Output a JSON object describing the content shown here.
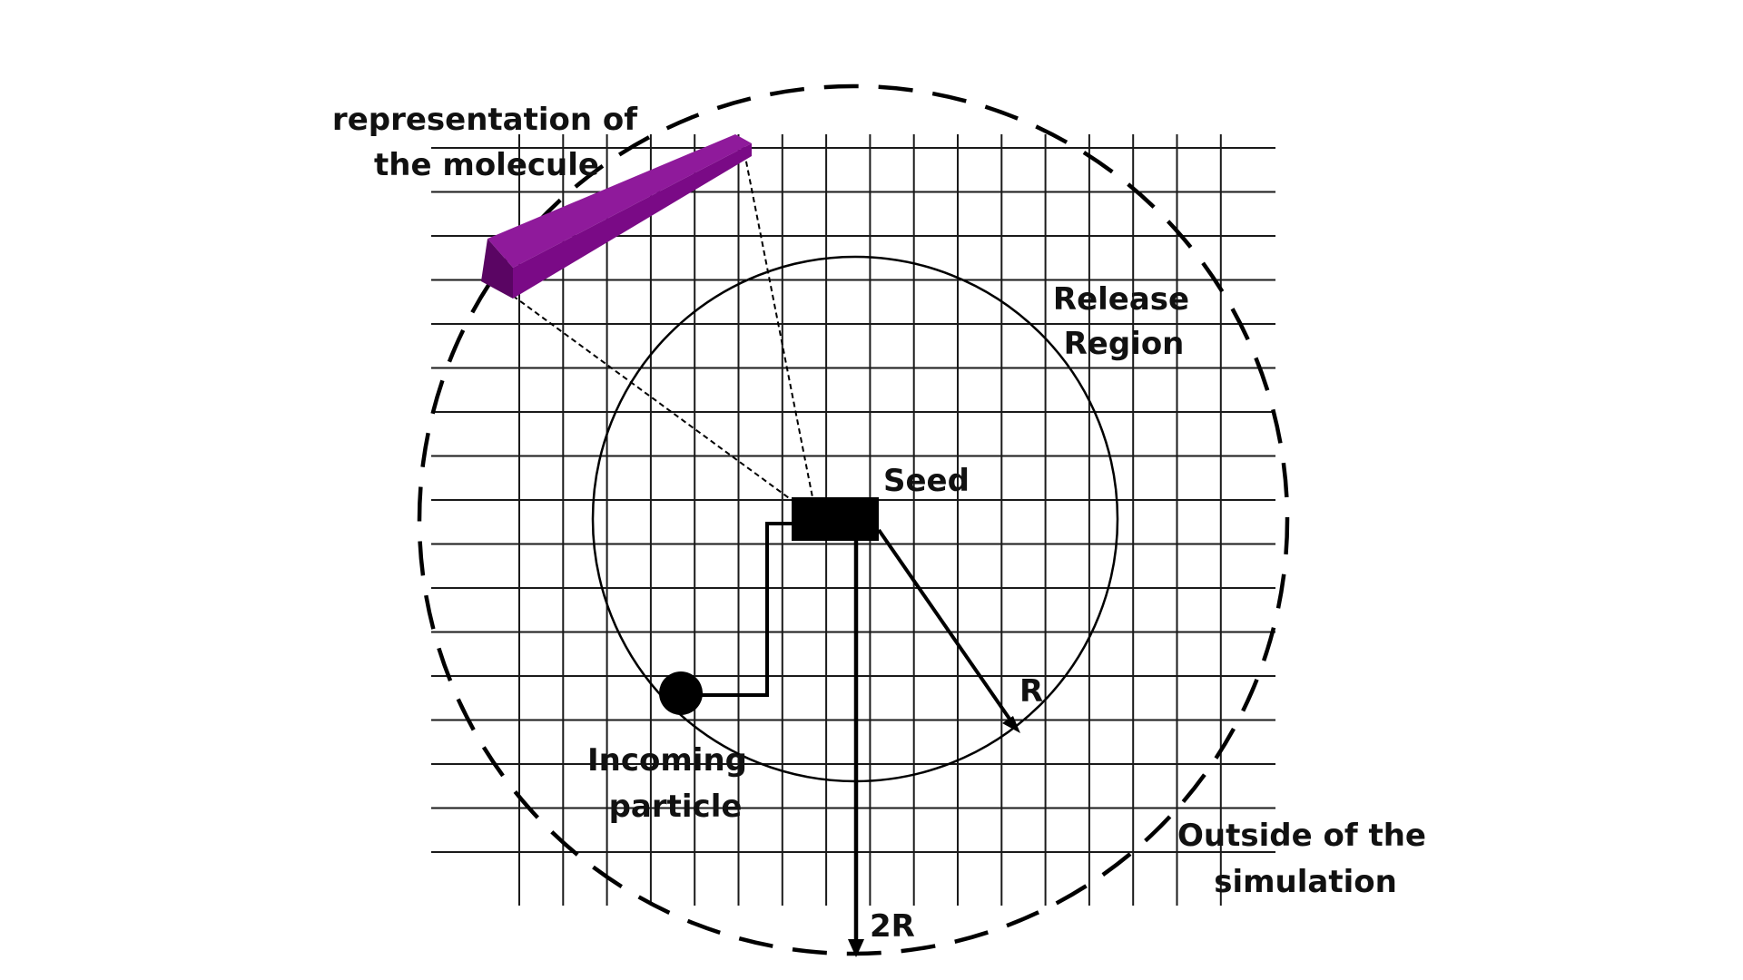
{
  "diagram": {
    "labels": {
      "molecule_line1": "representation of",
      "molecule_line2": "the molecule",
      "release_line1": "Release",
      "release_line2": "Region",
      "seed": "Seed",
      "radius": "R",
      "incoming_line1": "Incoming",
      "incoming_line2": "particle",
      "outside_line1": "Outside of the",
      "outside_line2": "simulation",
      "double_radius": "2R"
    },
    "colors": {
      "molecule": "#7a0a86",
      "molecule_dark": "#5a0563",
      "molecule_light": "#8f1a9b",
      "ink": "#000000",
      "background": "#ffffff"
    }
  }
}
